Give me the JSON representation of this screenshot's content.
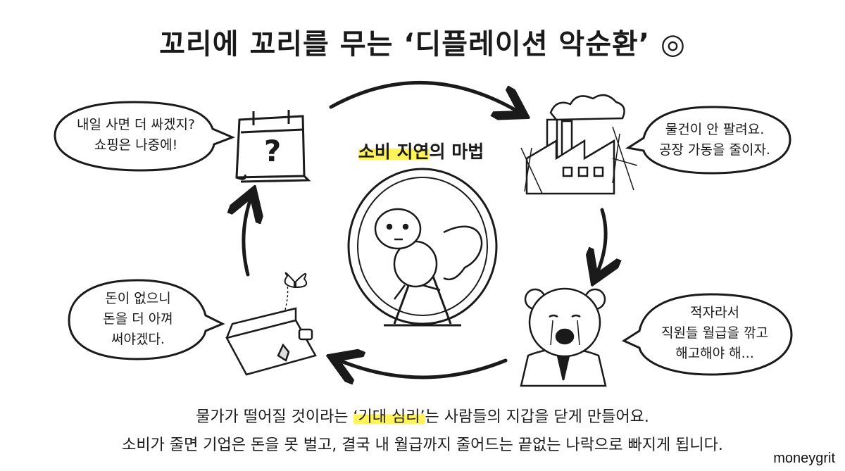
{
  "title": "꼬리에 꼬리를 무는 ‘디플레이션 악순환’ ◎",
  "center": {
    "label_highlight": "소비 지연",
    "label_rest": "의 마법"
  },
  "bubbles": {
    "top_left": [
      "내일 사면 더 싸겠지?",
      "쇼핑은 나중에!"
    ],
    "top_right": [
      "물건이 안 팔려요.",
      "공장 가동을 줄이자."
    ],
    "bottom_right": [
      "적자라서",
      "직원들 월급을 깎고",
      "해고해야 해..."
    ],
    "bottom_left": [
      "돈이 없으니",
      "돈을 더 아껴",
      "써야겠다."
    ]
  },
  "calendar_mark": "?",
  "bottom_text": {
    "line1_before": "물가가 떨어질 것이라는 ",
    "line1_highlight": "‘기대 심리’",
    "line1_after": "는 사람들의 지갑을 닫게 만들어요.",
    "line2": "소비가 줄면 기업은 돈을 못 벌고, 결국 내 월급까지 줄어드는 끝없는 나락으로 빠지게 됩니다."
  },
  "watermark": "moneygrit",
  "colors": {
    "highlight": "#fff35a",
    "ink": "#1a1a1a"
  }
}
